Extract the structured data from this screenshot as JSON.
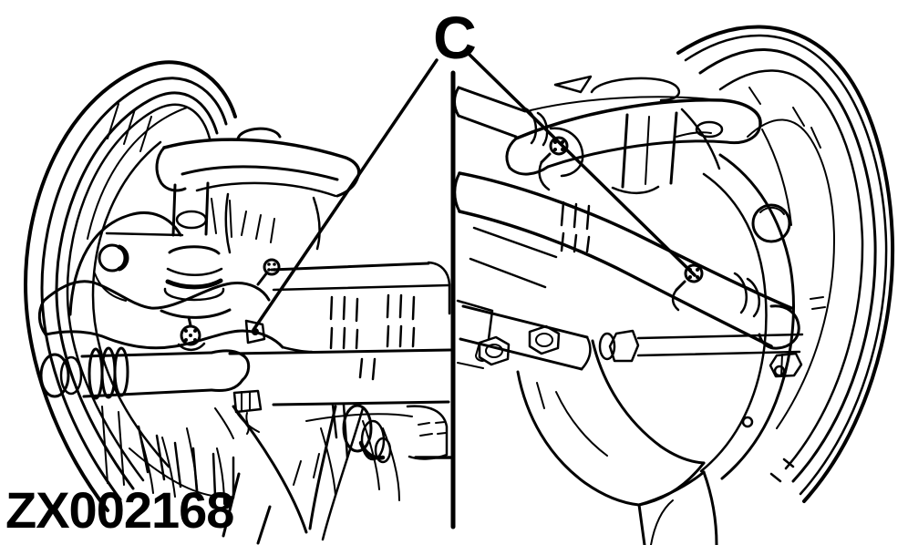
{
  "figure": {
    "background_color": "#ffffff",
    "line_color": "#000000",
    "image_code": "ZX002168",
    "style": "black-and-white service-manual line drawing",
    "subject": "Front axle and steering linkage shown in two side-by-side wheel views, split by a vertical divider, with grease-fitting callout"
  },
  "callout": {
    "label": "C",
    "description": "Two leader lines from label C point to the grease fittings in the left and right views",
    "targets": [
      "left-view grease fitting",
      "right-view grease fitting"
    ]
  },
  "views": {
    "left": {
      "name": "left wheel view",
      "parts": [
        "tire-and-rim",
        "brake-backing-plate",
        "steering-arm-loop",
        "steering-knuckle",
        "kingpin",
        "drag-link",
        "grease-fitting",
        "tie-rod-with-clamp",
        "steering-gearbox",
        "spring-shackle",
        "axle-beam"
      ]
    },
    "right": {
      "name": "right wheel view",
      "parts": [
        "tire-and-rim",
        "brake-backing-plate",
        "steering-arm",
        "knuckle-post",
        "drag-link",
        "tie-rod-end",
        "grease-fitting",
        "axle-housing-flange-bolts",
        "support-bracket",
        "axle-tube"
      ]
    }
  }
}
